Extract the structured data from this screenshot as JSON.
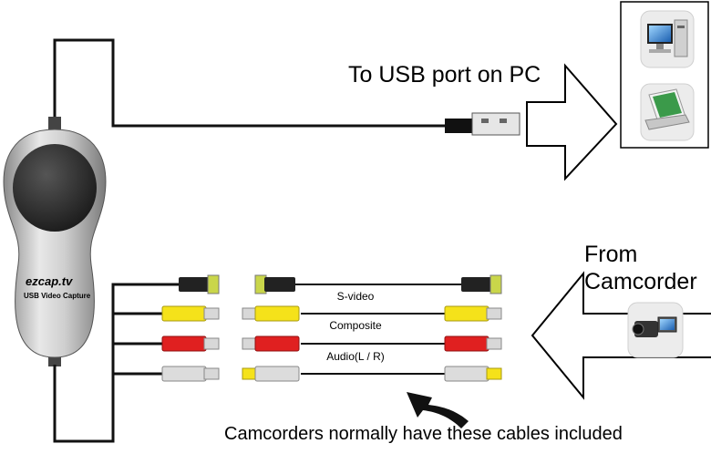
{
  "labels": {
    "usb_port": "To USB port on PC",
    "from": "From",
    "camcorder": "Camcorder",
    "note": "Camcorders normally have these cables included"
  },
  "cables": [
    {
      "name": "S-video",
      "color": "#222222"
    },
    {
      "name": "Composite",
      "color": "#f5e21a"
    },
    {
      "name": "Audio(L / R)",
      "color": "#e02020"
    },
    {
      "name": "",
      "color": "#dcdcdc"
    }
  ],
  "device": {
    "brand": "ezcap.tv",
    "subtitle": "USB Video Capture"
  },
  "icons": [
    "desktop-pc-icon",
    "laptop-icon",
    "camcorder-icon"
  ]
}
